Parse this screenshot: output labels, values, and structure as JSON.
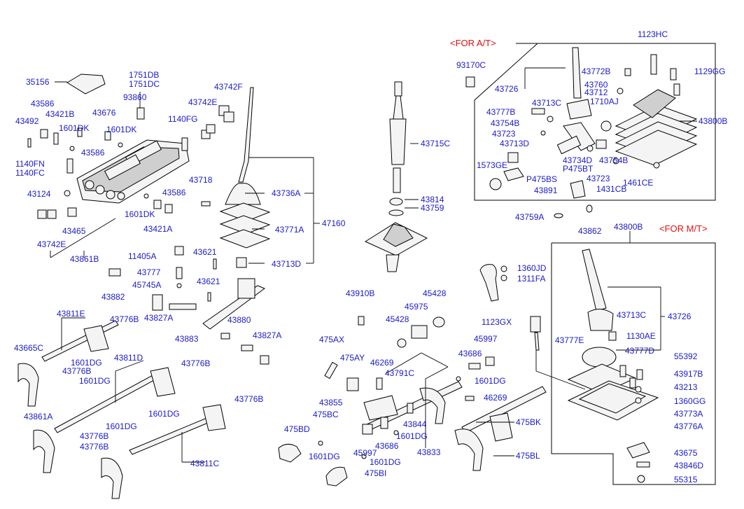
{
  "notes": {
    "for_at": "<FOR  A/T>",
    "for_mt": "<FOR M/T>"
  },
  "labels": [
    "35156",
    "1751DB",
    "1751DC",
    "93860",
    "43586",
    "43421B",
    "43676",
    "43492",
    "1601DK",
    "1601DK",
    "43586",
    "1140FG",
    "43742E",
    "43742F",
    "1140FN",
    "1140FC",
    "43124",
    "43718",
    "43586",
    "1601DK",
    "43465",
    "43421A",
    "43742E",
    "43861B",
    "43736A",
    "43771A",
    "47160",
    "43713D",
    "11405A",
    "43621",
    "43777",
    "43621",
    "45745A",
    "43882",
    "43827A",
    "43880",
    "43883",
    "43827A",
    "43811E",
    "43776B",
    "43665C",
    "1601DG",
    "43776B",
    "43811D",
    "43776B",
    "1601DG",
    "43776B",
    "43861A",
    "1601DG",
    "1601DG",
    "43776B",
    "43776B",
    "43811C",
    "43715C",
    "43814",
    "43759",
    "93170C",
    "43726",
    "43772B",
    "1123HC",
    "1129GG",
    "43760",
    "43712",
    "43713C",
    "1710AJ",
    "43777B",
    "43754B",
    "43723",
    "43800B",
    "43713D",
    "1573GE",
    "P475BS",
    "43734D",
    "P475BT",
    "43754B",
    "43723",
    "43891",
    "1431CB",
    "1461CE",
    "43759A",
    "43862",
    "43800B",
    "1360JD",
    "1311FA",
    "43910B",
    "45428",
    "45975",
    "45428",
    "1123GX",
    "475AX",
    "45997",
    "475AY",
    "46269",
    "43791C",
    "43686",
    "1601DG",
    "43855",
    "46269",
    "475BC",
    "43844",
    "475BD",
    "1601DG",
    "43686",
    "45997",
    "1601DG",
    "1601DG",
    "43833",
    "475BI",
    "475BK",
    "475BL",
    "43713C",
    "43726",
    "1130AE",
    "43777E",
    "43777D",
    "55392",
    "43917B",
    "43213",
    "1360GG",
    "43773A",
    "43776A",
    "43675",
    "43846D",
    "55315"
  ]
}
